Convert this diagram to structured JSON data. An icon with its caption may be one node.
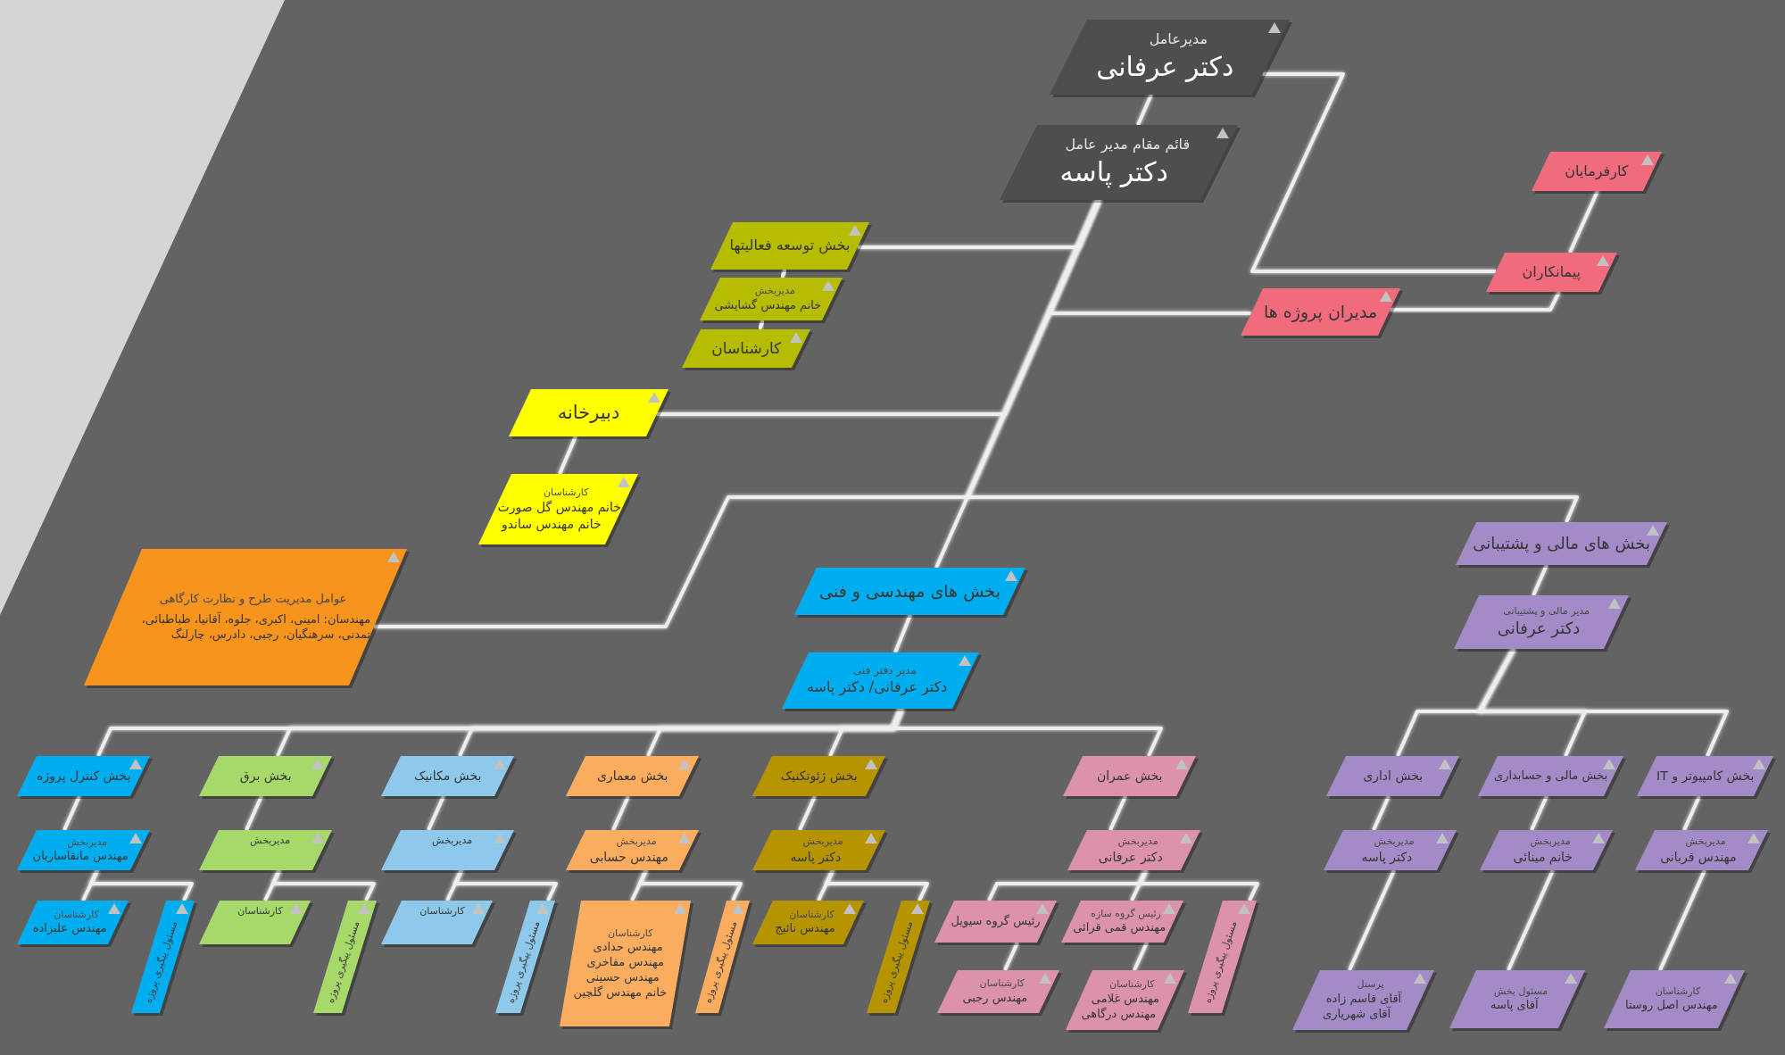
{
  "diagram": {
    "nodes": [
      {
        "text": [
          "مدیرعامل",
          "دکتر عرفانی"
        ]
      },
      {
        "text": [
          "قائم مقام مدیر عامل",
          "دکتر پاسه"
        ]
      },
      {
        "text": [
          "کارفرمایان"
        ]
      },
      {
        "text": [
          "پیمانکاران"
        ]
      },
      {
        "text": [
          "مدیران پروژه ها"
        ]
      },
      {
        "text": [
          "بخش توسعه فعالیتها"
        ]
      },
      {
        "text": [
          "مدیربخش",
          "خانم مهندس گشایشی"
        ]
      },
      {
        "text": [
          "کارشناسان"
        ]
      },
      {
        "text": [
          "دبیرخانه"
        ]
      },
      {
        "text": [
          "کارشناسان",
          "خانم مهندس گل صورت",
          "خانم مهندس ساندو"
        ]
      },
      {
        "text": [
          "عوامل مدیریت طرح و نظارت کارگاهی",
          "مهندسان: امینی، اکبری، جلوه، آقانیا، طباطبائی، تمدنی، سرهنگیان، رجبی، دادرس، چارلنگ"
        ]
      },
      {
        "text": [
          "بخش های مهندسی و فنی"
        ]
      },
      {
        "text": [
          "مدیر دفتر فنی",
          "دکتر عرفانی/ دکتر پاسه"
        ]
      },
      {
        "text": [
          "بخش های مالی و پشتیبانی"
        ]
      },
      {
        "text": [
          "مدیر مالی و پشتیبانی",
          "دکتر عرفانی"
        ]
      },
      {
        "text": [
          "بخش کنترل پروژه"
        ]
      },
      {
        "text": [
          "بخش برق"
        ]
      },
      {
        "text": [
          "بخش مکانیک"
        ]
      },
      {
        "text": [
          "بخش معماری"
        ]
      },
      {
        "text": [
          "بخش ژئوتکنیک"
        ]
      },
      {
        "text": [
          "بخش عمران"
        ]
      },
      {
        "text": [
          "بخش اداری"
        ]
      },
      {
        "text": [
          "بخش مالی و حسابداری"
        ]
      },
      {
        "text": [
          "بخش کامپیوتر و IT"
        ]
      },
      {
        "text": [
          "مدیربخش",
          "مهندس مانقاساریان"
        ]
      },
      {
        "text": [
          "مدیربخش"
        ]
      },
      {
        "text": [
          "مدیربخش"
        ]
      },
      {
        "text": [
          "مدیربخش",
          "مهندس حسابی"
        ]
      },
      {
        "text": [
          "مدیربخش",
          "دکتر پاسه"
        ]
      },
      {
        "text": [
          "مدیربخش",
          "دکتر عرفانی"
        ]
      },
      {
        "text": [
          "مدیربخش",
          "دکتر پاسه"
        ]
      },
      {
        "text": [
          "مدیربخش",
          "خانم مینائی"
        ]
      },
      {
        "text": [
          "مدیربخش",
          "مهندس قربانی"
        ]
      },
      {
        "text": [
          "کارشناسان",
          "مهندس علیزاده"
        ]
      },
      {
        "text": [
          "مسئول پیگیری پروژه"
        ]
      },
      {
        "text": [
          "کارشناسان"
        ]
      },
      {
        "text": [
          "مسئول پیگیری پروژه"
        ]
      },
      {
        "text": [
          "کارشناسان"
        ]
      },
      {
        "text": [
          "مسئول پیگیری پروژه"
        ]
      },
      {
        "text": [
          "کارشناسان",
          "مهندس حدادی",
          "مهندس مفاخری",
          "مهندس حسینی",
          "خانم مهندس گلچین"
        ]
      },
      {
        "text": [
          "مسئول پیگیری پروژه"
        ]
      },
      {
        "text": [
          "کارشناسان",
          "مهندس نائیج"
        ]
      },
      {
        "text": [
          "مسئول پیگیری پروژه"
        ]
      },
      {
        "text": [
          "رئیس گروه سیویل"
        ]
      },
      {
        "text": [
          "رئیس گروه سازه",
          "مهندس قمی قرائی"
        ]
      },
      {
        "text": [
          "مسئول پیگیری پروژه"
        ]
      },
      {
        "text": [
          "کارشناسان",
          "مهندس رجبی"
        ]
      },
      {
        "text": [
          "کارشناسان",
          "مهندس غلامی",
          "مهندس درگاهی"
        ]
      },
      {
        "text": [
          "پرسنل",
          "آقای قاسم زاده",
          "آقای شهریاری"
        ]
      },
      {
        "text": [
          "مسئول بخش",
          "آقای پاسه"
        ]
      },
      {
        "text": [
          "کارشناسان",
          "مهندس اصل روستا"
        ]
      }
    ],
    "edges": [
      {
        "from": 0,
        "to": 1,
        "arrow": "none"
      },
      {
        "from": 0,
        "to": 3,
        "arrow": "none"
      },
      {
        "from": 1,
        "to": 2,
        "arrow": "none"
      },
      {
        "from": 2,
        "to": 3,
        "arrow": "none"
      },
      {
        "from": 3,
        "to": 4,
        "arrow": "none"
      },
      {
        "from": 1,
        "to": 5,
        "arrow": "none"
      },
      {
        "from": 1,
        "to": 4,
        "arrow": "none"
      },
      {
        "from": 1,
        "to": 8,
        "arrow": "none"
      },
      {
        "from": 1,
        "to": 10,
        "arrow": "none"
      },
      {
        "from": 1,
        "to": 11,
        "arrow": "none"
      },
      {
        "from": 1,
        "to": 13,
        "arrow": "none"
      },
      {
        "from": 5,
        "to": 6,
        "arrow": "none"
      },
      {
        "from": 6,
        "to": 7,
        "arrow": "none"
      },
      {
        "from": 8,
        "to": 9,
        "arrow": "none"
      },
      {
        "from": 11,
        "to": 12,
        "arrow": "none"
      },
      {
        "from": 12,
        "to": 15,
        "arrow": "none"
      },
      {
        "from": 12,
        "to": 16,
        "arrow": "none"
      },
      {
        "from": 12,
        "to": 17,
        "arrow": "none"
      },
      {
        "from": 12,
        "to": 18,
        "arrow": "none"
      },
      {
        "from": 12,
        "to": 19,
        "arrow": "none"
      },
      {
        "from": 12,
        "to": 20,
        "arrow": "none"
      },
      {
        "from": 13,
        "to": 14,
        "arrow": "none"
      },
      {
        "from": 14,
        "to": 21,
        "arrow": "none"
      },
      {
        "from": 14,
        "to": 22,
        "arrow": "none"
      },
      {
        "from": 14,
        "to": 23,
        "arrow": "none"
      },
      {
        "from": 15,
        "to": 24,
        "arrow": "none"
      },
      {
        "from": 16,
        "to": 25,
        "arrow": "none"
      },
      {
        "from": 17,
        "to": 26,
        "arrow": "none"
      },
      {
        "from": 18,
        "to": 27,
        "arrow": "none"
      },
      {
        "from": 19,
        "to": 28,
        "arrow": "none"
      },
      {
        "from": 20,
        "to": 29,
        "arrow": "none"
      },
      {
        "from": 21,
        "to": 30,
        "arrow": "none"
      },
      {
        "from": 22,
        "to": 31,
        "arrow": "none"
      },
      {
        "from": 23,
        "to": 32,
        "arrow": "none"
      },
      {
        "from": 24,
        "to": 33,
        "arrow": "none"
      },
      {
        "from": 24,
        "to": 34,
        "arrow": "none"
      },
      {
        "from": 25,
        "to": 35,
        "arrow": "none"
      },
      {
        "from": 25,
        "to": 36,
        "arrow": "none"
      },
      {
        "from": 26,
        "to": 37,
        "arrow": "none"
      },
      {
        "from": 26,
        "to": 38,
        "arrow": "none"
      },
      {
        "from": 27,
        "to": 39,
        "arrow": "none"
      },
      {
        "from": 27,
        "to": 40,
        "arrow": "none"
      },
      {
        "from": 28,
        "to": 41,
        "arrow": "none"
      },
      {
        "from": 28,
        "to": 42,
        "arrow": "none"
      },
      {
        "from": 29,
        "to": 43,
        "arrow": "none"
      },
      {
        "from": 29,
        "to": 44,
        "arrow": "none"
      },
      {
        "from": 29,
        "to": 45,
        "arrow": "none"
      },
      {
        "from": 43,
        "to": 46,
        "arrow": "none"
      },
      {
        "from": 44,
        "to": 47,
        "arrow": "none"
      },
      {
        "from": 30,
        "to": 48,
        "arrow": "none"
      },
      {
        "from": 31,
        "to": 49,
        "arrow": "none"
      },
      {
        "from": 32,
        "to": 50,
        "arrow": "none"
      }
    ]
  }
}
